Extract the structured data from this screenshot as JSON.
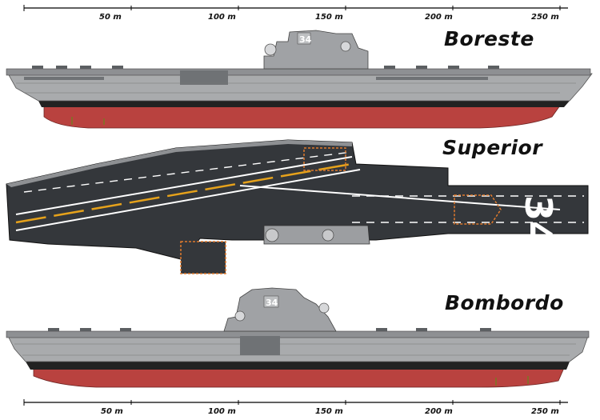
{
  "scale": {
    "unit": "m",
    "ticks": [
      "50 m",
      "100 m",
      "150 m",
      "200 m",
      "250 m"
    ]
  },
  "views": {
    "starboard": "Boreste",
    "top": "Superior",
    "port": "Bombordo"
  },
  "hull_number": "34",
  "colors": {
    "hull_gray": "#a9abad",
    "deck_dark": "#34373b",
    "antifouling_red": "#b9423f",
    "boot_black": "#222222",
    "deck_yellow": "#e6a21b",
    "elevator_orange": "#e07a2c"
  }
}
